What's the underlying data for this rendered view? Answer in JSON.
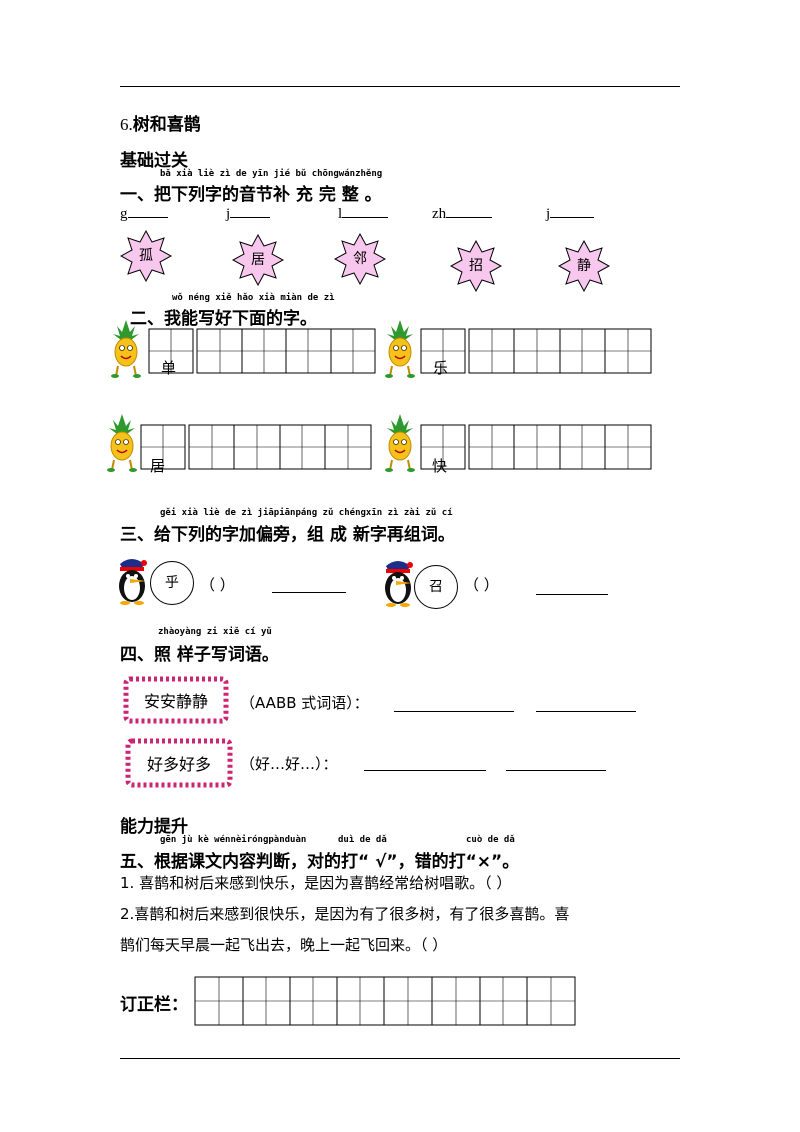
{
  "title": {
    "num": "6.",
    "text": "树和喜鹊"
  },
  "basic": "基础过关",
  "s1": {
    "pinyin": "bǎ xià liè zì  de yīn jié bǔ chōngwánzhěng",
    "heading": "一、把下列字的音节补 充 完 整 。",
    "blanks": [
      "g",
      "j",
      "l",
      "zh",
      "j"
    ],
    "chars": [
      "孤",
      "居",
      "邻",
      "招",
      "静"
    ]
  },
  "s2": {
    "pinyin": "wǒ néng xiě hǎo xià miàn de  zì",
    "heading": "二、我能写好下面的字。",
    "chars": [
      "单",
      "乐",
      "居",
      "快"
    ]
  },
  "s3": {
    "pinyin": "gěi xià liè de  zì  jiāpiānpáng    zǔ chéngxīn zì zài zǔ  cí",
    "heading": "三、给下列的字加偏旁，组 成 新字再组词。",
    "items": [
      {
        "char": "乎",
        "paren": "（        ）"
      },
      {
        "char": "召",
        "paren": "（        ）"
      }
    ]
  },
  "s4": {
    "pinyin": "zhàoyàng zi xiě cí  yǔ",
    "heading": "四、照 样子写词语。",
    "rows": [
      {
        "example": "安安静静",
        "hint": "（AABB 式词语）："
      },
      {
        "example": "好多好多",
        "hint": "（好…好…）："
      }
    ]
  },
  "ability": "能力提升",
  "s5": {
    "pinyin1": "gēn jù  kè wénnèiróngpànduàn",
    "pinyin2": "duì de  dǎ",
    "pinyin3": "cuò de  dǎ",
    "heading": "五、根据课文内容判断，对的打“ √”，错的打“×”。",
    "q1": "1.   喜鹊和树后来感到快乐，是因为喜鹊经常给树唱歌。（      ）",
    "q2a": "2.喜鹊和树后来感到很快乐，是因为有了很多树，有了很多喜鹊。喜",
    "q2b": "鹊们每天早晨一起飞出去，晚上一起飞回来。（      ）"
  },
  "correction": {
    "label": "订正栏："
  },
  "colors": {
    "star_fill": "#f7c7ee",
    "frame_flower": "#e0187a",
    "frame_leaf": "#2e8b2e"
  }
}
